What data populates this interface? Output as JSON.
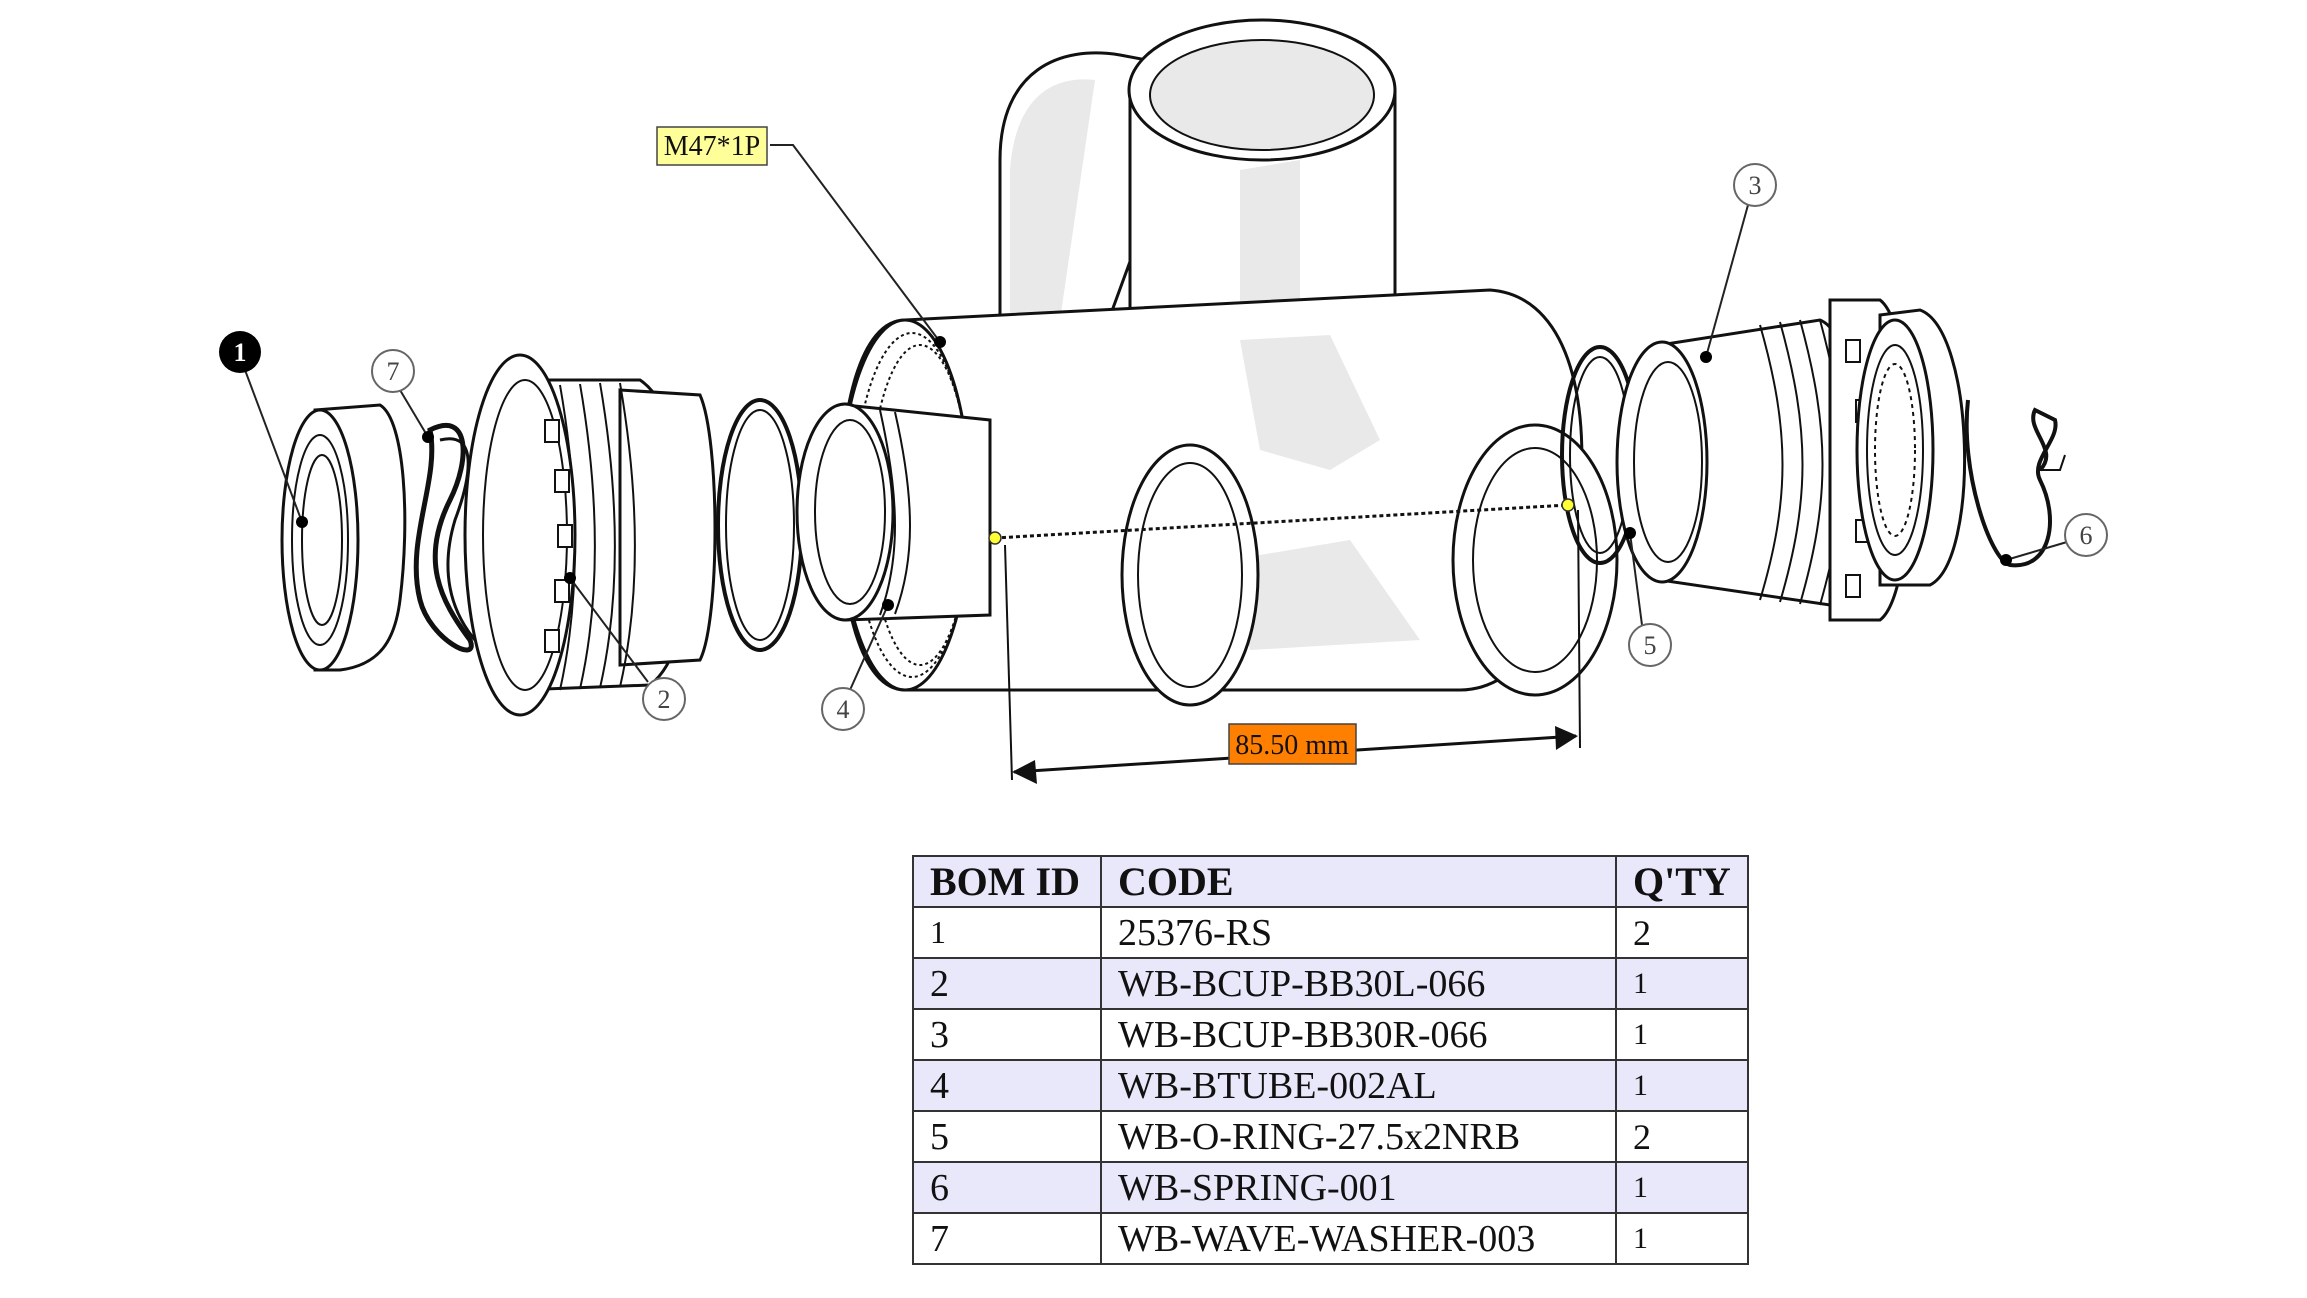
{
  "annotations": {
    "thread_label": "M47*1P",
    "dimension_label": "85.50 mm",
    "colors": {
      "thread_tag": "#ffff99",
      "dimension_tag": "#ff7f00",
      "table_header": "#e8e8fa",
      "measure_point": "#ffff33"
    }
  },
  "callouts": [
    "1",
    "2",
    "3",
    "4",
    "5",
    "6",
    "7"
  ],
  "bom": {
    "headers": [
      "BOM ID",
      "CODE",
      "Q'TY"
    ],
    "rows": [
      {
        "id": "1",
        "code": "25376-RS",
        "qty": "2"
      },
      {
        "id": "2",
        "code": "WB-BCUP-BB30L-066",
        "qty": "1"
      },
      {
        "id": "3",
        "code": "WB-BCUP-BB30R-066",
        "qty": "1"
      },
      {
        "id": "4",
        "code": "WB-BTUBE-002AL",
        "qty": "1"
      },
      {
        "id": "5",
        "code": "WB-O-RING-27.5x2NRB",
        "qty": "2"
      },
      {
        "id": "6",
        "code": "WB-SPRING-001",
        "qty": "1"
      },
      {
        "id": "7",
        "code": "WB-WAVE-WASHER-003",
        "qty": "1"
      }
    ]
  }
}
